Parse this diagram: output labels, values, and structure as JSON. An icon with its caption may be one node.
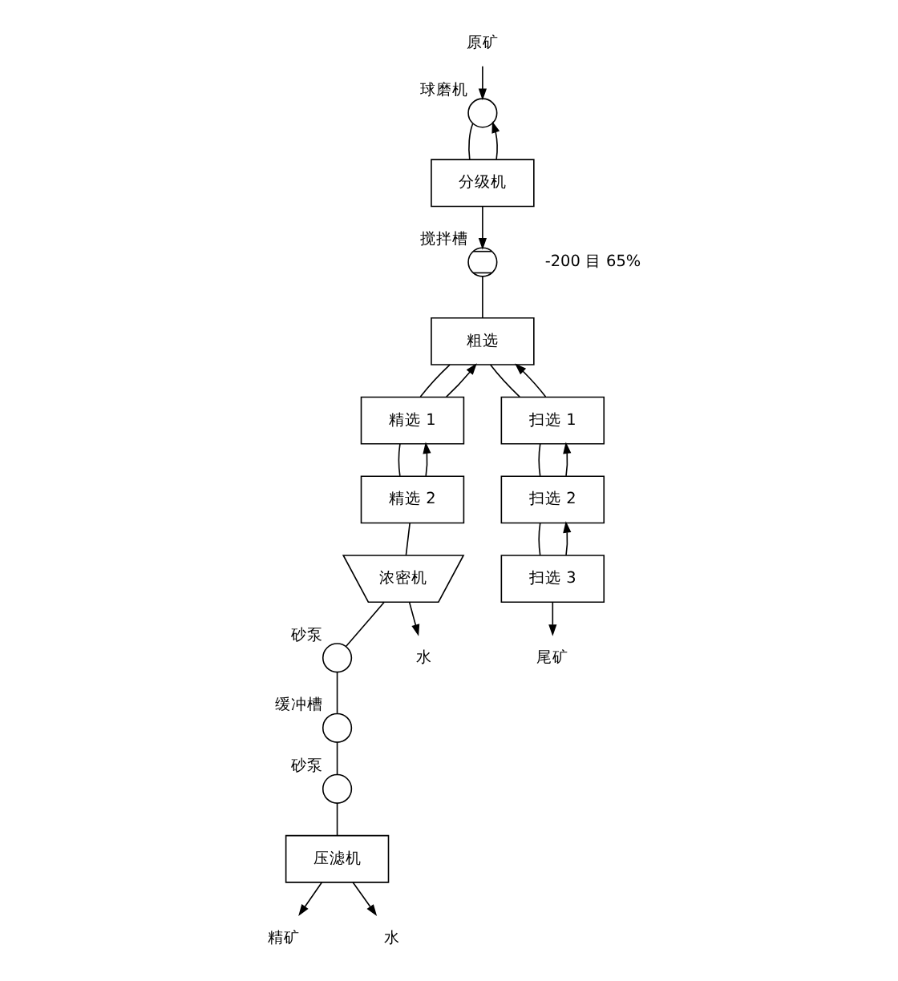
{
  "diagram": {
    "nodes": [
      {
        "text": [
          "原矿"
        ]
      },
      {
        "text": [],
        "shape": "circle",
        "beside": [
          "球磨机"
        ]
      },
      {
        "text": [
          "分级机"
        ]
      },
      {
        "text": [],
        "shape": "circle",
        "beside": [
          "搅拌槽"
        ]
      },
      {
        "text": [
          "粗选"
        ]
      },
      {
        "text": [
          "精选 1"
        ]
      },
      {
        "text": [
          "扫选 1"
        ]
      },
      {
        "text": [
          "精选 2"
        ]
      },
      {
        "text": [
          "扫选 2"
        ]
      },
      {
        "text": [
          "扫选 3"
        ]
      },
      {
        "text": [
          "浓密机"
        ]
      },
      {
        "text": [],
        "shape": "circle",
        "beside": [
          "砂泵"
        ]
      },
      {
        "text": [],
        "shape": "circle",
        "beside": [
          "缓冲槽"
        ]
      },
      {
        "text": [],
        "shape": "circle",
        "beside": [
          "砂泵"
        ]
      },
      {
        "text": [
          "压滤机"
        ]
      },
      {
        "text": [
          "精矿"
        ]
      },
      {
        "text": [
          "水"
        ]
      },
      {
        "text": [
          "水"
        ]
      },
      {
        "text": [
          "尾矿"
        ]
      }
    ],
    "edges": [
      {
        "from": 0,
        "to": 1,
        "arrow": "to"
      },
      {
        "from": 1,
        "to": 2,
        "arrow": "none"
      },
      {
        "from": 2,
        "to": 1,
        "arrow": "to"
      },
      {
        "from": 2,
        "to": 3,
        "arrow": "to"
      },
      {
        "from": 3,
        "to": 4,
        "arrow": "none"
      },
      {
        "from": 4,
        "to": 5,
        "arrow": "none"
      },
      {
        "from": 4,
        "to": 6,
        "arrow": "none"
      },
      {
        "from": 5,
        "to": 4,
        "arrow": "to"
      },
      {
        "from": 5,
        "to": 7,
        "arrow": "none"
      },
      {
        "from": 7,
        "to": 5,
        "arrow": "to"
      },
      {
        "from": 6,
        "to": 4,
        "arrow": "to"
      },
      {
        "from": 6,
        "to": 8,
        "arrow": "none"
      },
      {
        "from": 8,
        "to": 6,
        "arrow": "to"
      },
      {
        "from": 8,
        "to": 9,
        "arrow": "none"
      },
      {
        "from": 9,
        "to": 8,
        "arrow": "to"
      },
      {
        "from": 9,
        "to": 18,
        "arrow": "to"
      },
      {
        "from": 7,
        "to": 10,
        "arrow": "none"
      },
      {
        "from": 10,
        "to": 11,
        "arrow": "none"
      },
      {
        "from": 10,
        "to": 16,
        "arrow": "to"
      },
      {
        "from": 11,
        "to": 12,
        "arrow": "none"
      },
      {
        "from": 12,
        "to": 13,
        "arrow": "none"
      },
      {
        "from": 13,
        "to": 14,
        "arrow": "none"
      },
      {
        "from": 14,
        "to": 15,
        "arrow": "to"
      },
      {
        "from": 14,
        "to": 17,
        "arrow": "to"
      }
    ],
    "labels": [
      "-200 目 65%"
    ]
  }
}
